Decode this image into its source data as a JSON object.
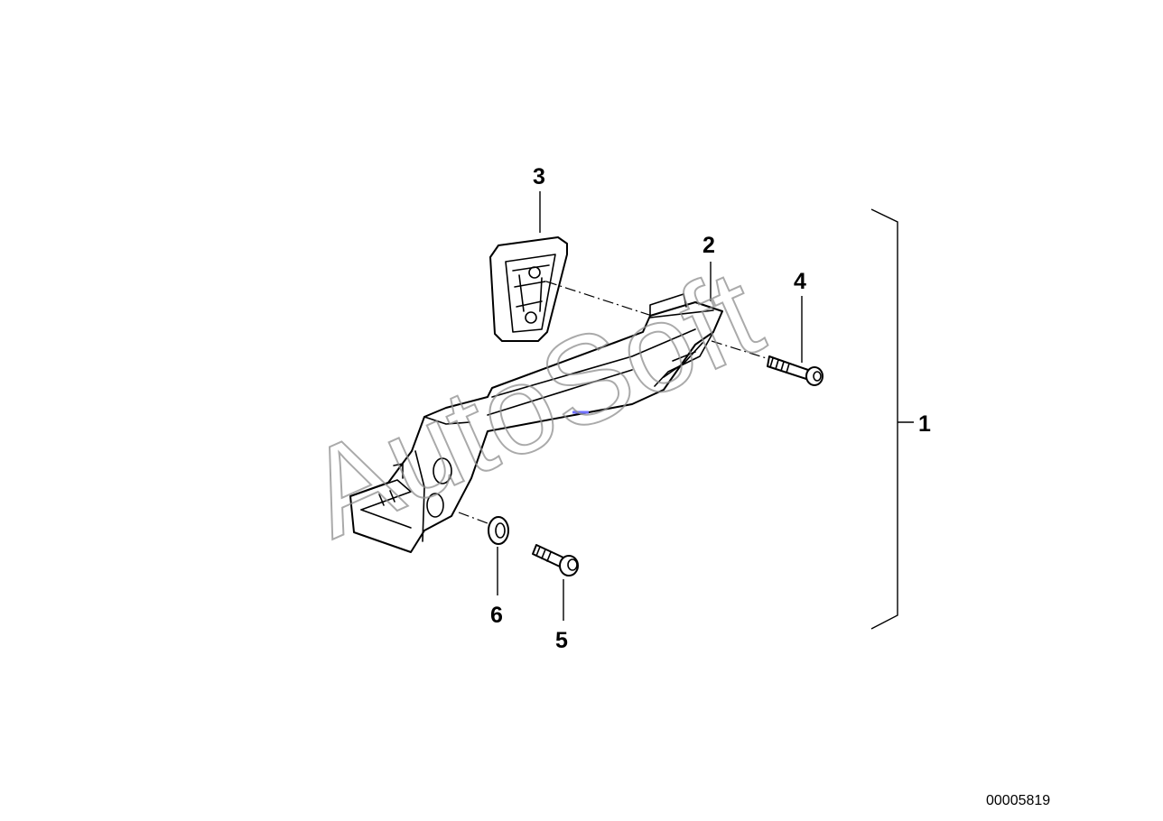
{
  "diagram": {
    "callouts": [
      "1",
      "2",
      "3",
      "4",
      "5",
      "6"
    ],
    "reference_number": "00005819",
    "watermark": "AutoSoft"
  },
  "colors": {
    "line": "#000000",
    "background": "#ffffff",
    "watermark": "#8e8e8e",
    "accent_mark": "#7070ff"
  }
}
